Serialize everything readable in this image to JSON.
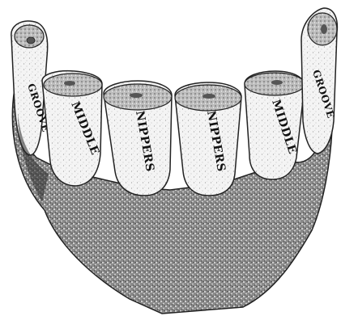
{
  "labels": {
    "left_groove": "GROOVE",
    "left_middle": "MIDDLE",
    "left_nipper": "NIPPERS",
    "right_nipper": "NIPPERS",
    "right_middle": "MIDDLE",
    "right_groove": "GROOVE"
  }
}
